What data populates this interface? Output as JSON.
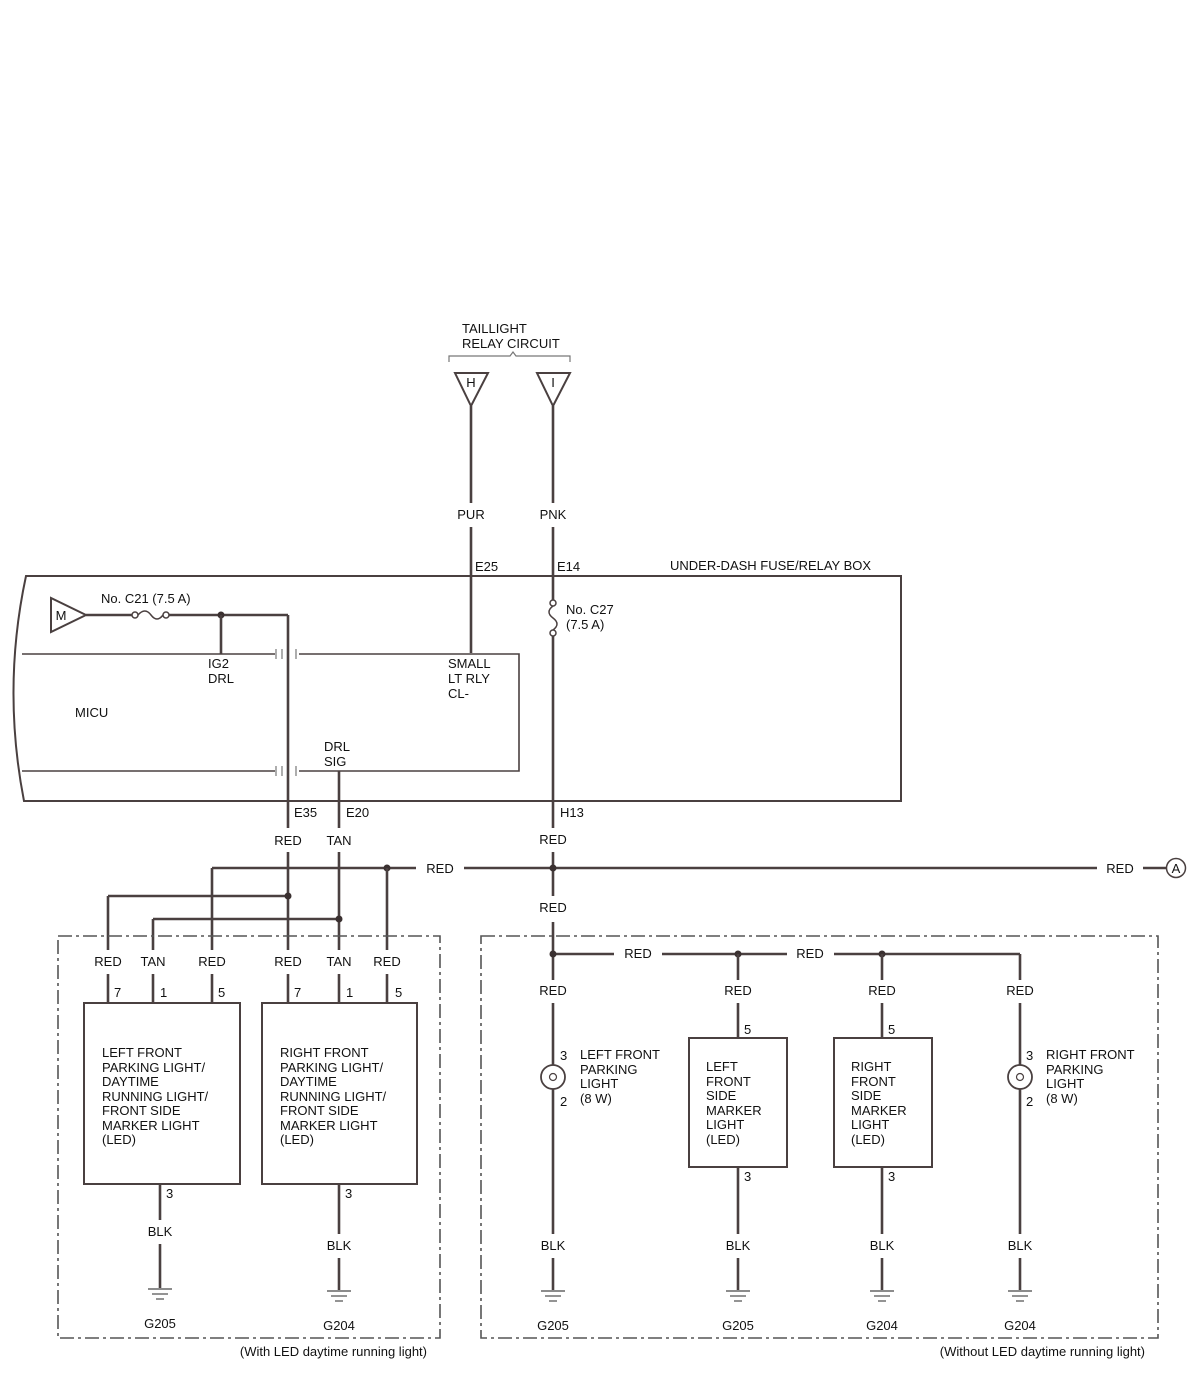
{
  "taillight_relay": {
    "line1": "TAILLIGHT",
    "line2": "RELAY CIRCUIT",
    "conn_h": "H",
    "conn_i": "I"
  },
  "fuse_box": {
    "title": "UNDER-DASH FUSE/RELAY BOX",
    "terminals": {
      "e25": "E25",
      "e14": "E14",
      "e35": "E35",
      "e20": "E20",
      "h13": "H13"
    },
    "fuse_c21": "No. C21 (7.5 A)",
    "fuse_c27_line1": "No. C27",
    "fuse_c27_line2": "(7.5 A)",
    "conn_m": "M",
    "micu": "MICU",
    "ig2_line1": "IG2",
    "ig2_line2": "DRL",
    "small_lt_line1": "SMALL",
    "small_lt_line2": "LT RLY",
    "small_lt_line3": "CL-",
    "drl_sig_line1": "DRL",
    "drl_sig_line2": "SIG"
  },
  "wires": {
    "pur": "PUR",
    "pnk": "PNK",
    "red_e35": "RED",
    "tan_e20": "TAN",
    "red_h13": "RED",
    "red_bus": "RED",
    "red_to_a": "RED",
    "red_down": "RED",
    "red_branch1": "RED",
    "red_branch2": "RED"
  },
  "connector_a": "A",
  "with_led": {
    "caption": "(With LED daytime running light)",
    "left": {
      "wires": [
        "RED",
        "TAN",
        "RED"
      ],
      "pins": [
        "7",
        "1",
        "5"
      ],
      "name_lines": [
        "LEFT FRONT",
        "PARKING LIGHT/",
        "DAYTIME",
        "RUNNING LIGHT/",
        "FRONT SIDE",
        "MARKER LIGHT",
        "(LED)"
      ],
      "gnd_pin": "3",
      "gnd_wire": "BLK",
      "ground": "G205"
    },
    "right": {
      "wires": [
        "RED",
        "TAN",
        "RED"
      ],
      "pins": [
        "7",
        "1",
        "5"
      ],
      "name_lines": [
        "RIGHT FRONT",
        "PARKING LIGHT/",
        "DAYTIME",
        "RUNNING LIGHT/",
        "FRONT SIDE",
        "MARKER LIGHT",
        "(LED)"
      ],
      "gnd_pin": "3",
      "gnd_wire": "BLK",
      "ground": "G204"
    }
  },
  "without_led": {
    "caption": "(Without LED daytime running light)",
    "left_parking": {
      "wire_top": "RED",
      "pin_top": "3",
      "pin_bottom": "2",
      "name_lines": [
        "LEFT FRONT",
        "PARKING",
        "LIGHT",
        "(8 W)"
      ],
      "gnd_wire": "BLK",
      "ground": "G205"
    },
    "left_marker": {
      "wire_top": "RED",
      "pin_top": "5",
      "pin_bottom": "3",
      "name_lines": [
        "LEFT",
        "FRONT",
        "SIDE",
        "MARKER",
        "LIGHT",
        "(LED)"
      ],
      "gnd_wire": "BLK",
      "ground": "G205"
    },
    "right_marker": {
      "wire_top": "RED",
      "pin_top": "5",
      "pin_bottom": "3",
      "name_lines": [
        "RIGHT",
        "FRONT",
        "SIDE",
        "MARKER",
        "LIGHT",
        "(LED)"
      ],
      "gnd_wire": "BLK",
      "ground": "G204"
    },
    "right_parking": {
      "wire_top": "RED",
      "pin_top": "3",
      "pin_bottom": "2",
      "name_lines": [
        "RIGHT FRONT",
        "PARKING",
        "LIGHT",
        "(8 W)"
      ],
      "gnd_wire": "BLK",
      "ground": "G204"
    }
  }
}
